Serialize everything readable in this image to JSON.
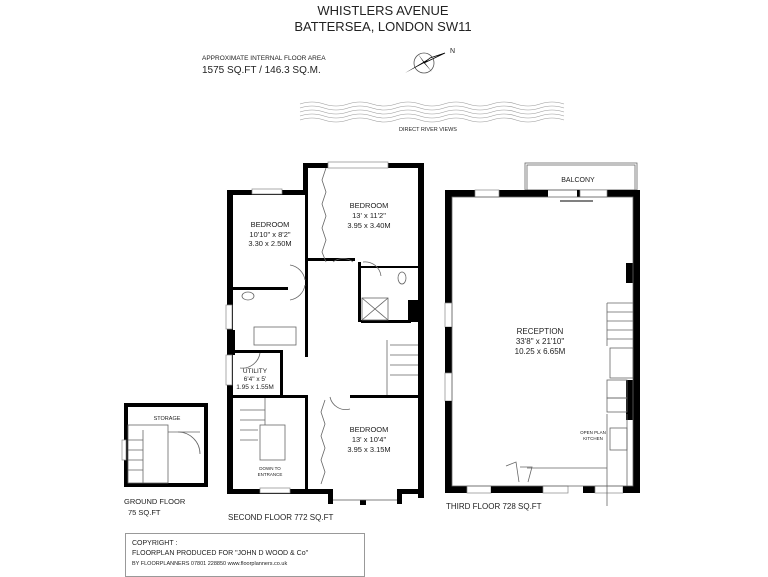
{
  "header": {
    "title_line1": "WHISTLERS AVENUE",
    "title_line2": "BATTERSEA, LONDON SW11",
    "area_label": "APPROXIMATE INTERNAL FLOOR AREA",
    "area_value": "1575 SQ.FT / 146.3 SQ.M.",
    "compass_letter": "N",
    "river_label": "DIRECT RIVER VIEWS"
  },
  "ground_floor": {
    "rooms": [
      {
        "name": "STORAGE"
      }
    ],
    "label": "GROUND FLOOR",
    "area": "75 SQ.FT"
  },
  "second_floor": {
    "rooms": [
      {
        "name": "BEDROOM",
        "imperial": "10'10\" x 8'2\"",
        "metric": "3.30 x 2.50M"
      },
      {
        "name": "BEDROOM",
        "imperial": "13' x 11'2\"",
        "metric": "3.95 x 3.40M"
      },
      {
        "name": "BEDROOM",
        "imperial": "13' x 10'4\"",
        "metric": "3.95 x 3.15M"
      },
      {
        "name": "UTILITY",
        "imperial": "6'4\" x 5'",
        "metric": "1.95 x 1.55M"
      }
    ],
    "stairs_label_1": "DOWN TO",
    "stairs_label_2": "ENTRANCE",
    "label": "SECOND FLOOR 772 SQ.FT"
  },
  "third_floor": {
    "balcony": "BALCONY",
    "reception": {
      "name": "RECEPTION",
      "imperial": "33'8\" x 21'10\"",
      "metric": "10.25 x 6.65M"
    },
    "kitchen_1": "OPEN PLAN",
    "kitchen_2": "KITCHEN",
    "label": "THIRD FLOOR 728 SQ.FT"
  },
  "copyright": {
    "line1": "COPYRIGHT :",
    "line2": "FLOORPLAN PRODUCED FOR \"JOHN D WOOD & Co\"",
    "line3": "BY FLOORPLANNERS 07801 228850 www.floorplanners.co.uk"
  }
}
